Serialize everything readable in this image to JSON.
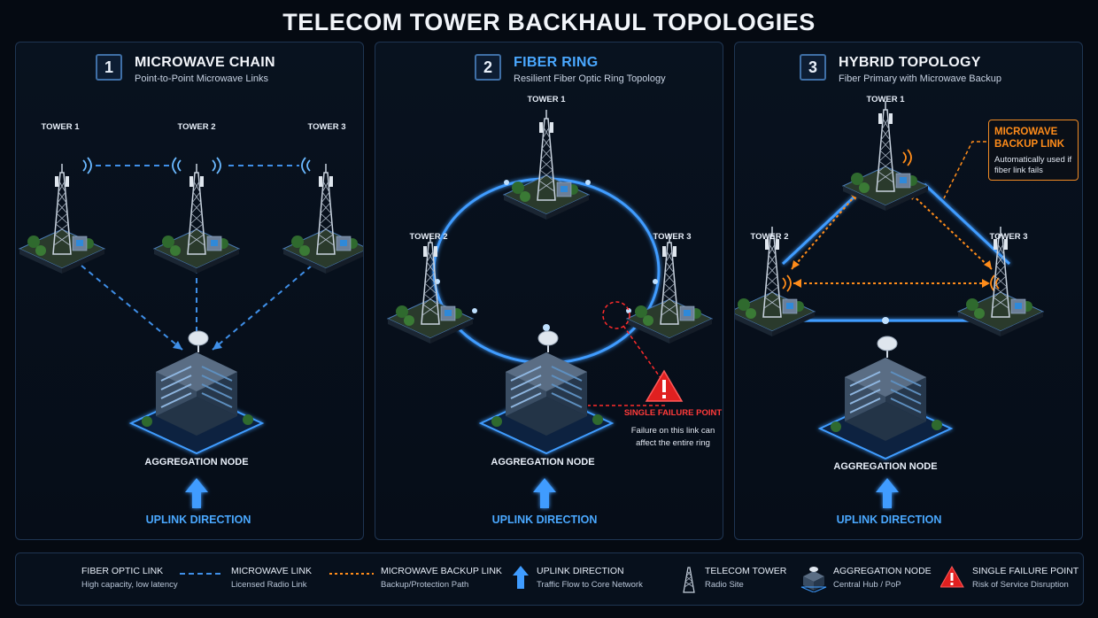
{
  "title": "TELECOM TOWER BACKHAUL TOPOLOGIES",
  "colors": {
    "fiber": "#3f9cff",
    "microwave": "#3f8fe8",
    "backup": "#ff8c1a",
    "alert": "#ff2b2b",
    "background": "#050a12"
  },
  "panels": [
    {
      "number": "1",
      "name": "MICROWAVE CHAIN",
      "subtitle": "Point-to-Point Microwave Links",
      "towers": [
        "TOWER 1",
        "TOWER 2",
        "TOWER 3"
      ],
      "node_label": "AGGREGATION NODE",
      "uplink_label": "UPLINK DIRECTION"
    },
    {
      "number": "2",
      "name": "FIBER RING",
      "subtitle": "Resilient Fiber Optic Ring Topology",
      "towers": [
        "TOWER 1",
        "TOWER 2",
        "TOWER 3"
      ],
      "node_label": "AGGREGATION NODE",
      "uplink_label": "UPLINK DIRECTION",
      "callout_title": "SINGLE FAILURE POINT",
      "callout_text": "Failure on this link can affect the entire ring"
    },
    {
      "number": "3",
      "name": "HYBRID TOPOLOGY",
      "subtitle": "Fiber Primary with Microwave Backup",
      "towers": [
        "TOWER 1",
        "TOWER 2",
        "TOWER 3"
      ],
      "node_label": "AGGREGATION NODE",
      "uplink_label": "UPLINK DIRECTION",
      "callout_title": "MICROWAVE BACKUP LINK",
      "callout_text": "Automatically used if fiber link fails"
    }
  ],
  "legend": [
    {
      "icon": "fiber-line",
      "title": "FIBER OPTIC LINK",
      "desc": "High capacity, low latency"
    },
    {
      "icon": "microwave-dashed-line",
      "title": "MICROWAVE LINK",
      "desc": "Licensed Radio Link"
    },
    {
      "icon": "backup-dotted-line",
      "title": "MICROWAVE BACKUP LINK",
      "desc": "Backup/Protection Path"
    },
    {
      "icon": "up-arrow",
      "title": "UPLINK DIRECTION",
      "desc": "Traffic Flow to Core Network"
    },
    {
      "icon": "tower",
      "title": "TELECOM TOWER",
      "desc": "Radio Site"
    },
    {
      "icon": "building",
      "title": "AGGREGATION NODE",
      "desc": "Central Hub / PoP"
    },
    {
      "icon": "warning",
      "title": "SINGLE FAILURE POINT",
      "desc": "Risk of Service Disruption"
    }
  ]
}
